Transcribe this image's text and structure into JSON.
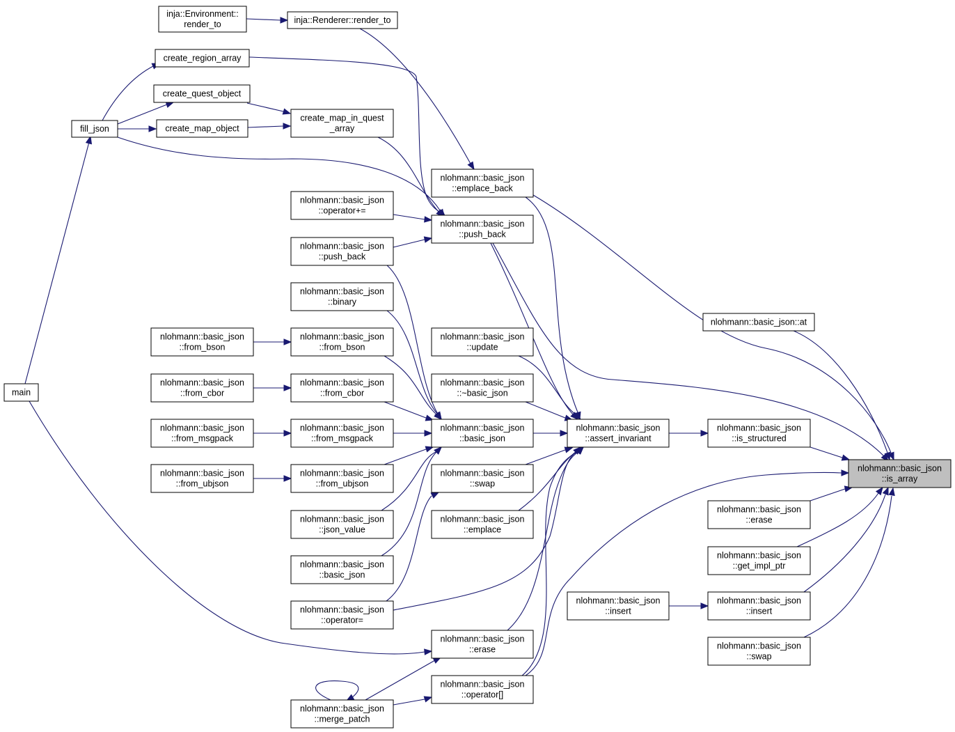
{
  "graph": {
    "colors": {
      "edge": "#191970",
      "node_border": "#000000",
      "root_fill": "#bfbfbf",
      "node_fill": "#ffffff"
    },
    "nodes": [
      {
        "id": "env_render_to",
        "lines": [
          "inja::Environment::",
          "render_to"
        ]
      },
      {
        "id": "renderer_render_to",
        "lines": [
          "inja::Renderer::render_to"
        ]
      },
      {
        "id": "create_region_array",
        "lines": [
          "create_region_array"
        ]
      },
      {
        "id": "create_quest_object",
        "lines": [
          "create_quest_object"
        ]
      },
      {
        "id": "create_map_object",
        "lines": [
          "create_map_object"
        ]
      },
      {
        "id": "create_map_in_quest_array",
        "lines": [
          "create_map_in_quest",
          "_array"
        ]
      },
      {
        "id": "fill_json",
        "lines": [
          "fill_json"
        ]
      },
      {
        "id": "main",
        "lines": [
          "main"
        ]
      },
      {
        "id": "emplace_back",
        "lines": [
          "nlohmann::basic_json",
          "::emplace_back"
        ]
      },
      {
        "id": "operator_plus_eq",
        "lines": [
          "nlohmann::basic_json",
          "::operator+="
        ]
      },
      {
        "id": "push_back_main",
        "lines": [
          "nlohmann::basic_json",
          "::push_back"
        ]
      },
      {
        "id": "push_back_2",
        "lines": [
          "nlohmann::basic_json",
          "::push_back"
        ]
      },
      {
        "id": "binary",
        "lines": [
          "nlohmann::basic_json",
          "::binary"
        ]
      },
      {
        "id": "from_bson_outer",
        "lines": [
          "nlohmann::basic_json",
          "::from_bson"
        ]
      },
      {
        "id": "from_bson_inner",
        "lines": [
          "nlohmann::basic_json",
          "::from_bson"
        ]
      },
      {
        "id": "from_cbor_outer",
        "lines": [
          "nlohmann::basic_json",
          "::from_cbor"
        ]
      },
      {
        "id": "from_cbor_inner",
        "lines": [
          "nlohmann::basic_json",
          "::from_cbor"
        ]
      },
      {
        "id": "from_msgpack_outer",
        "lines": [
          "nlohmann::basic_json",
          "::from_msgpack"
        ]
      },
      {
        "id": "from_msgpack_inner",
        "lines": [
          "nlohmann::basic_json",
          "::from_msgpack"
        ]
      },
      {
        "id": "from_ubjson_outer",
        "lines": [
          "nlohmann::basic_json",
          "::from_ubjson"
        ]
      },
      {
        "id": "from_ubjson_inner",
        "lines": [
          "nlohmann::basic_json",
          "::from_ubjson"
        ]
      },
      {
        "id": "json_value",
        "lines": [
          "nlohmann::basic_json",
          "::json_value"
        ]
      },
      {
        "id": "basic_json_left",
        "lines": [
          "nlohmann::basic_json",
          "::basic_json"
        ]
      },
      {
        "id": "operator_assign",
        "lines": [
          "nlohmann::basic_json",
          "::operator="
        ]
      },
      {
        "id": "merge_patch",
        "lines": [
          "nlohmann::basic_json",
          "::merge_patch"
        ]
      },
      {
        "id": "update",
        "lines": [
          "nlohmann::basic_json",
          "::update"
        ]
      },
      {
        "id": "destructor",
        "lines": [
          "nlohmann::basic_json",
          "::~basic_json"
        ]
      },
      {
        "id": "basic_json_mid",
        "lines": [
          "nlohmann::basic_json",
          "::basic_json"
        ]
      },
      {
        "id": "swap_mid",
        "lines": [
          "nlohmann::basic_json",
          "::swap"
        ]
      },
      {
        "id": "emplace",
        "lines": [
          "nlohmann::basic_json",
          "::emplace"
        ]
      },
      {
        "id": "erase_mid",
        "lines": [
          "nlohmann::basic_json",
          "::erase"
        ]
      },
      {
        "id": "operator_index",
        "lines": [
          "nlohmann::basic_json",
          "::operator[]"
        ]
      },
      {
        "id": "assert_invariant",
        "lines": [
          "nlohmann::basic_json",
          "::assert_invariant"
        ]
      },
      {
        "id": "insert_mid",
        "lines": [
          "nlohmann::basic_json",
          "::insert"
        ]
      },
      {
        "id": "at",
        "lines": [
          "nlohmann::basic_json::at"
        ]
      },
      {
        "id": "is_structured",
        "lines": [
          "nlohmann::basic_json",
          "::is_structured"
        ]
      },
      {
        "id": "erase_right",
        "lines": [
          "nlohmann::basic_json",
          "::erase"
        ]
      },
      {
        "id": "get_impl_ptr",
        "lines": [
          "nlohmann::basic_json",
          "::get_impl_ptr"
        ]
      },
      {
        "id": "insert_right",
        "lines": [
          "nlohmann::basic_json",
          "::insert"
        ]
      },
      {
        "id": "swap_right",
        "lines": [
          "nlohmann::basic_json",
          "::swap"
        ]
      },
      {
        "id": "is_array",
        "lines": [
          "nlohmann::basic_json",
          "::is_array"
        ],
        "root": true
      }
    ]
  }
}
